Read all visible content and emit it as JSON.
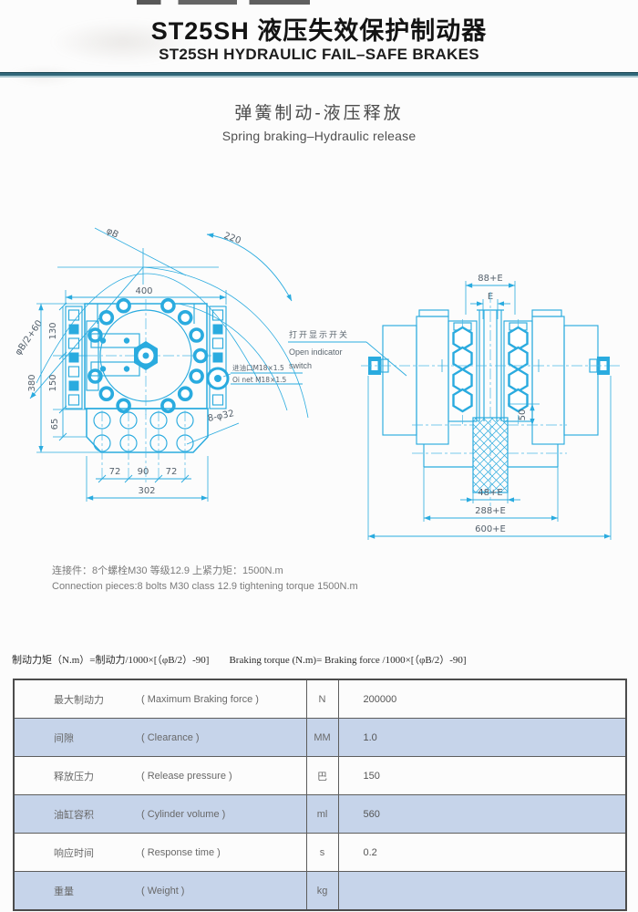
{
  "header": {
    "title_cn": "ST25SH 液压失效保护制动器",
    "title_en": "ST25SH HYDRAULIC FAIL–SAFE BRAKES",
    "section_title_cn": "弹簧制动-液压释放",
    "section_title_en": "Spring braking–Hydraulic release"
  },
  "front_view": {
    "dim_phi_b": "φB",
    "dim_220": "220",
    "dim_400": "400",
    "dim_phi_b2_60": "φB/2+60",
    "dim_130": "130",
    "dim_380": "380",
    "dim_150": "150",
    "dim_65": "65",
    "dim_72_left": "72",
    "dim_90": "90",
    "dim_72_right": "72",
    "dim_302": "302",
    "dim_holes": "8-φ32",
    "oil_port_cn": "进油口M18×1.5",
    "oil_port_en": "Oi net M18×1.5"
  },
  "side_view": {
    "dim_88e": "88+E",
    "dim_e": "E",
    "dim_50": "50",
    "dim_48e": "48+E",
    "dim_288e": "288+E",
    "dim_600e": "600+E",
    "switch_cn": "打开显示开关",
    "switch_en_1": "Open indicator",
    "switch_en_2": "switch"
  },
  "notes": {
    "connection_cn": "连接件：8个螺栓M30 等级12.9 上紧力矩：1500N.m",
    "connection_en": "Connection pieces:8 bolts M30 class 12.9 tightening torque 1500N.m"
  },
  "formula": {
    "cn": "制动力矩（N.m）=制动力/1000×[（φB/2）-90]",
    "en": "Braking torque (N.m)= Braking force /1000×[（φB/2）-90]"
  },
  "spec_table": {
    "rows": [
      {
        "name_cn": "最大制动力",
        "name_en": "( Maximum Braking force )",
        "unit": "N",
        "value": "200000"
      },
      {
        "name_cn": "间隙",
        "name_en": "( Clearance )",
        "unit": "MM",
        "value": "1.0"
      },
      {
        "name_cn": "释放压力",
        "name_en": "( Release pressure )",
        "unit": "巴",
        "value": "150"
      },
      {
        "name_cn": "油缸容积",
        "name_en": "( Cylinder volume )",
        "unit": "ml",
        "value": "560"
      },
      {
        "name_cn": "响应时间",
        "name_en": "( Response time )",
        "unit": "s",
        "value": "0.2"
      },
      {
        "name_cn": "重量",
        "name_en": "( Weight )",
        "unit": "kg",
        "value": ""
      }
    ]
  },
  "colors": {
    "drawing_line": "#2aabdf",
    "divider_dark": "#31687a",
    "divider_light": "#a9c7cf",
    "table_alt_row": "#c6d4ea",
    "table_border": "#5d5d5d"
  }
}
